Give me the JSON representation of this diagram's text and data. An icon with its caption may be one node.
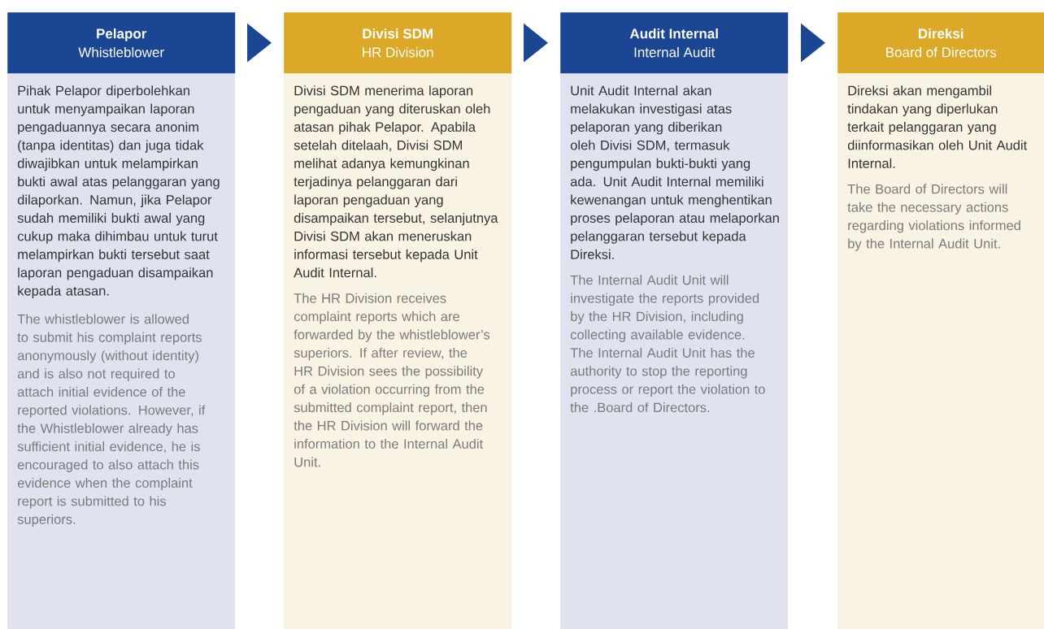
{
  "diagram": {
    "nodes": [
      {
        "text": [
          "Pelapor",
          "Whistleblower",
          "Pihak Pelapor diperbolehkan untuk menyampaikan laporan pengaduannya secara anonim (tanpa identitas) dan juga tidak diwajibkan untuk melampirkan bukti awal atas pelanggaran yang dilaporkan. Namun, jika Pelapor sudah memiliki bukti awal yang cukup maka dihimbau untuk turut melampirkan bukti tersebut saat laporan pengaduan disampaikan kepada atasan.",
          "The whistleblower is allowed to submit his complaint reports anonymously (without identity) and is also not required to attach initial evidence of the reported violations. However, if the Whistleblower already has sufficient initial evidence, he is encouraged to also attach this evidence when the complaint report is submitted to his superiors."
        ]
      },
      {
        "text": [
          "Divisi SDM",
          "HR Division",
          "Divisi SDM menerima laporan pengaduan yang diteruskan oleh atasan pihak Pelapor. Apabila setelah ditelaah, Divisi SDM melihat adanya kemungkinan terjadinya pelanggaran dari laporan pengaduan yang disampaikan tersebut, selanjutnya Divisi SDM akan meneruskan informasi tersebut kepada Unit Audit Internal.",
          "The HR Division receives complaint reports which are forwarded by the whistleblower’s superiors. If after review, the HR Division sees the possibility of a violation occurring from the submitted complaint report, then the HR Division will forward the information to the Internal Audit Unit."
        ]
      },
      {
        "text": [
          "Audit Internal",
          "Internal Audit",
          "Unit Audit Internal akan melakukan investigasi atas pelaporan yang diberikan oleh Divisi SDM, termasuk pengumpulan bukti-bukti yang ada. Unit Audit Internal memiliki kewenangan untuk menghentikan proses pelaporan atau melaporkan pelanggaran tersebut kepada Direksi.",
          "The Internal Audit Unit will investigate the reports provided by the HR Division, including collecting available evidence. The Internal Audit Unit has the authority to stop the reporting process or report the violation to the .Board of Directors."
        ]
      },
      {
        "text": [
          "Direksi",
          "Board of Directors",
          "Direksi akan mengambil tindakan yang diperlukan terkait pelanggaran yang diinformasikan oleh Unit Audit Internal.",
          "The Board of Directors will take the necessary actions regarding violations informed by the Internal Audit Unit."
        ]
      }
    ],
    "edges": [
      {
        "from": 0,
        "to": 1,
        "arrow": "to"
      },
      {
        "from": 1,
        "to": 2,
        "arrow": "to"
      },
      {
        "from": 2,
        "to": 3,
        "arrow": "to"
      }
    ]
  }
}
